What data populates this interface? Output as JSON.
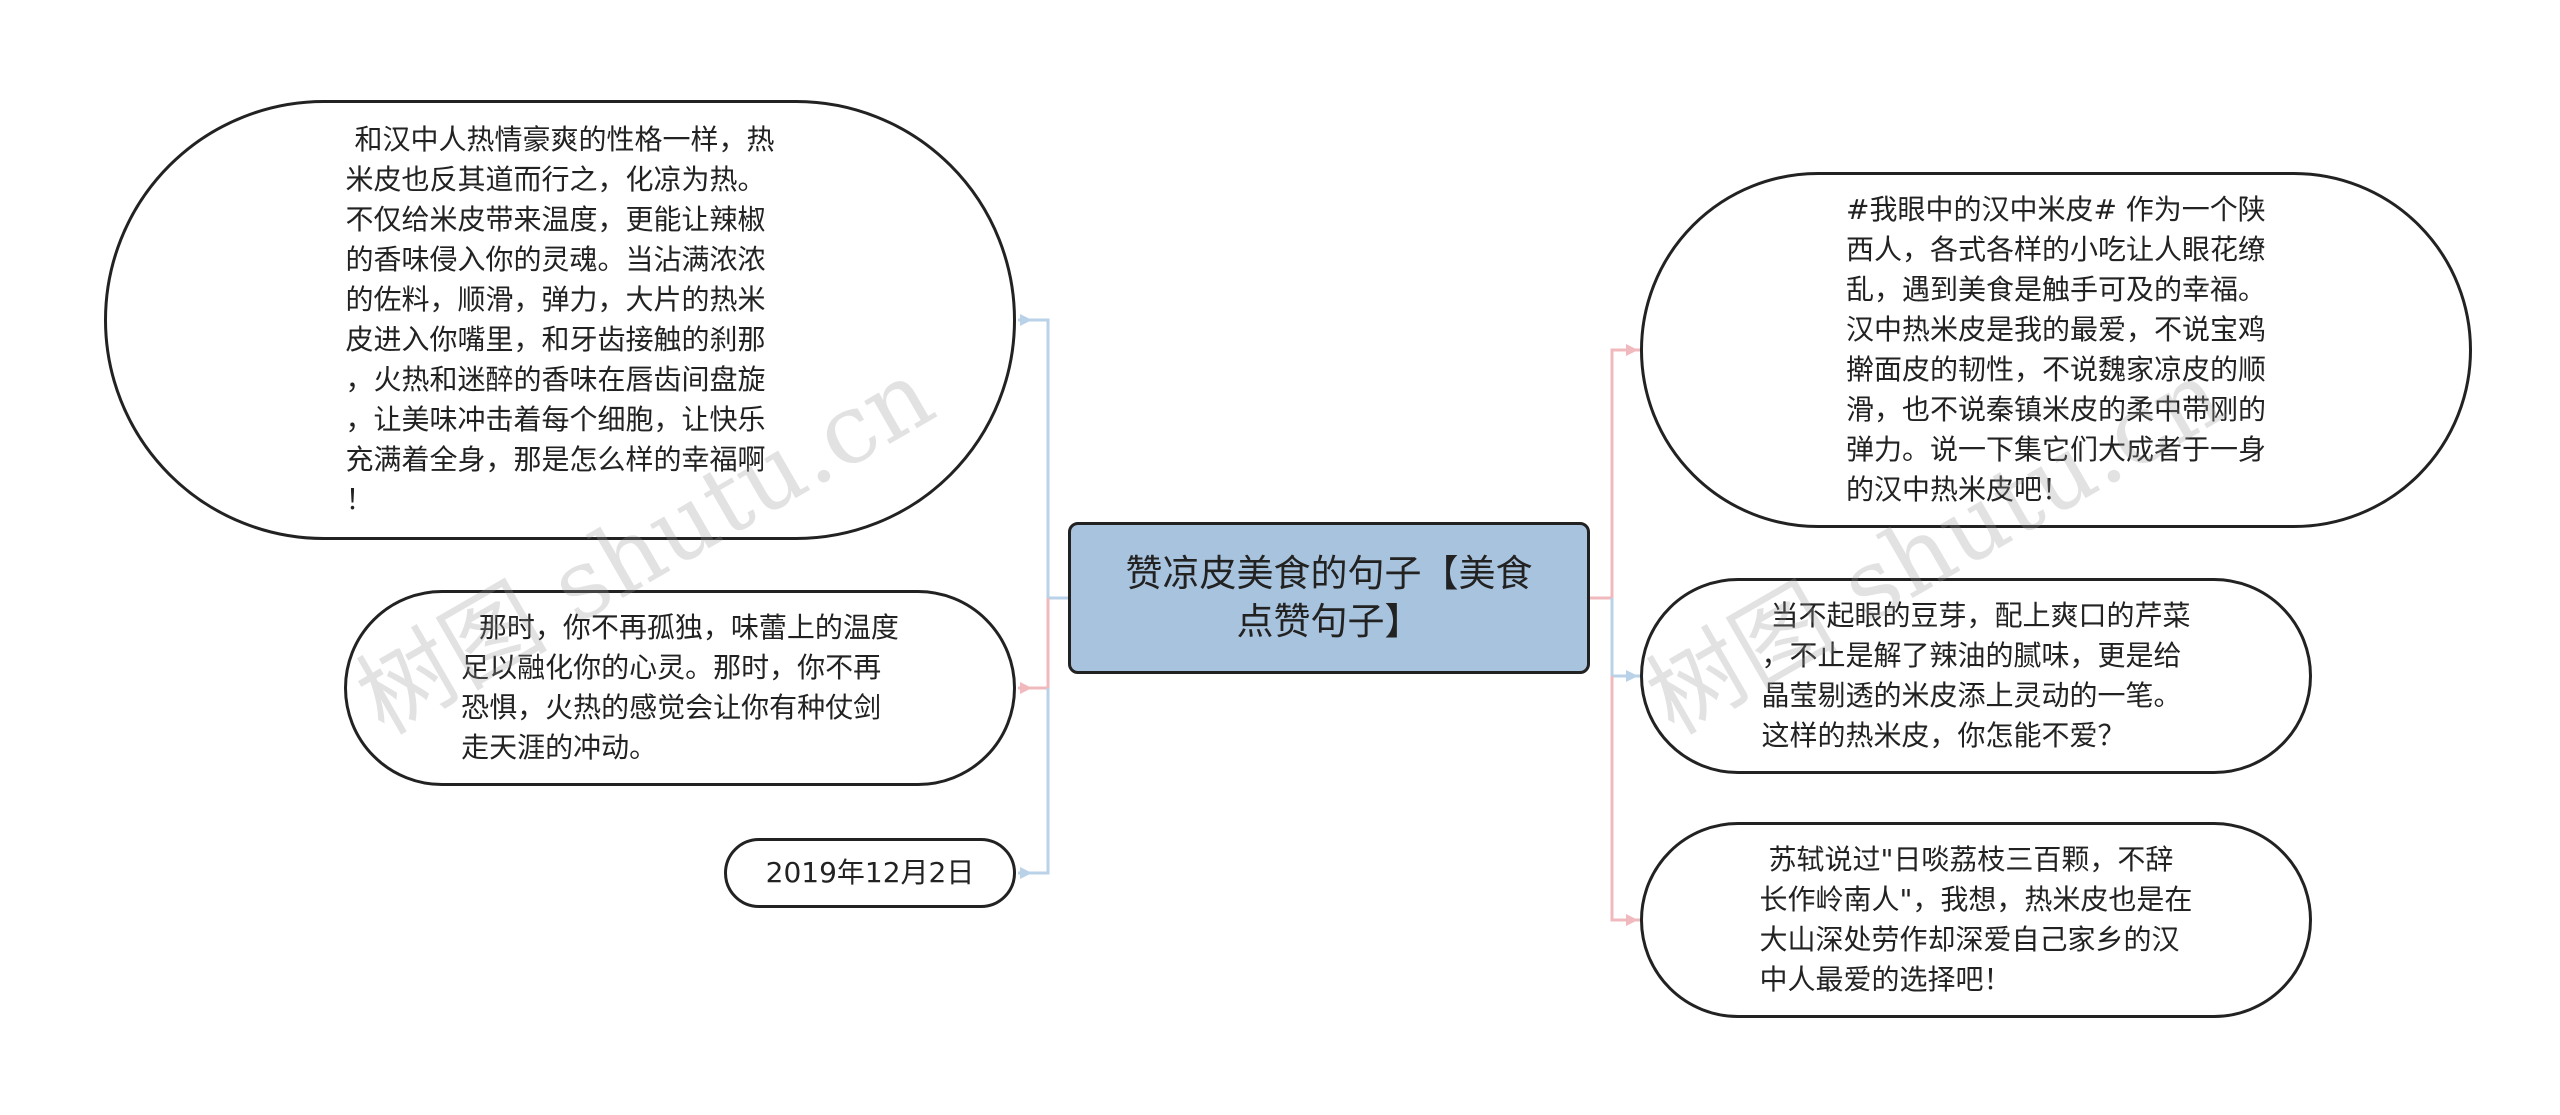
{
  "center": {
    "text": "赞凉皮美食的句子【美食\n点赞句子】"
  },
  "left_nodes": [
    {
      "text": " 和汉中人热情豪爽的性格一样，热\n米皮也反其道而行之，化凉为热。\n不仅给米皮带来温度，更能让辣椒\n的香味侵入你的灵魂。当沾满浓浓\n的佐料，顺滑，弹力，大片的热米\n皮进入你嘴里，和牙齿接触的刹那\n，火热和迷醉的香味在唇齿间盘旋\n，让美味冲击着每个细胞，让快乐\n充满着全身，那是怎么样的幸福啊\n！"
    },
    {
      "text": "  那时，你不再孤独，味蕾上的温度\n足以融化你的心灵。那时，你不再\n恐惧，火热的感觉会让你有种仗剑\n走天涯的冲动。"
    },
    {
      "text": "2019年12月2日"
    }
  ],
  "right_nodes": [
    {
      "text": "#我眼中的汉中米皮# 作为一个陕\n西人，各式各样的小吃让人眼花缭\n乱，遇到美食是触手可及的幸福。\n汉中热米皮是我的最爱，不说宝鸡\n擀面皮的韧性，不说魏家凉皮的顺\n滑，也不说秦镇米皮的柔中带刚的\n弹力。说一下集它们大成者于一身\n的汉中热米皮吧！"
    },
    {
      "text": " 当不起眼的豆芽，配上爽口的芹菜\n，不止是解了辣油的腻味，更是给\n晶莹剔透的米皮添上灵动的一笔。\n这样的热米皮，你怎能不爱？"
    },
    {
      "text": " 苏轼说过\"日啖荔枝三百颗，不辞\n长作岭南人\"，我想，热米皮也是在\n大山深处劳作却深爱自己家乡的汉\n中人最爱的选择吧！"
    }
  ],
  "watermarks": [
    "树图 shutu.cn",
    "树图 shutu.cn"
  ],
  "colors": {
    "center_fill": "#a8c3dd",
    "line_blue": "#b9d2e8",
    "line_pink": "#f0b9bd",
    "border": "#222222"
  }
}
